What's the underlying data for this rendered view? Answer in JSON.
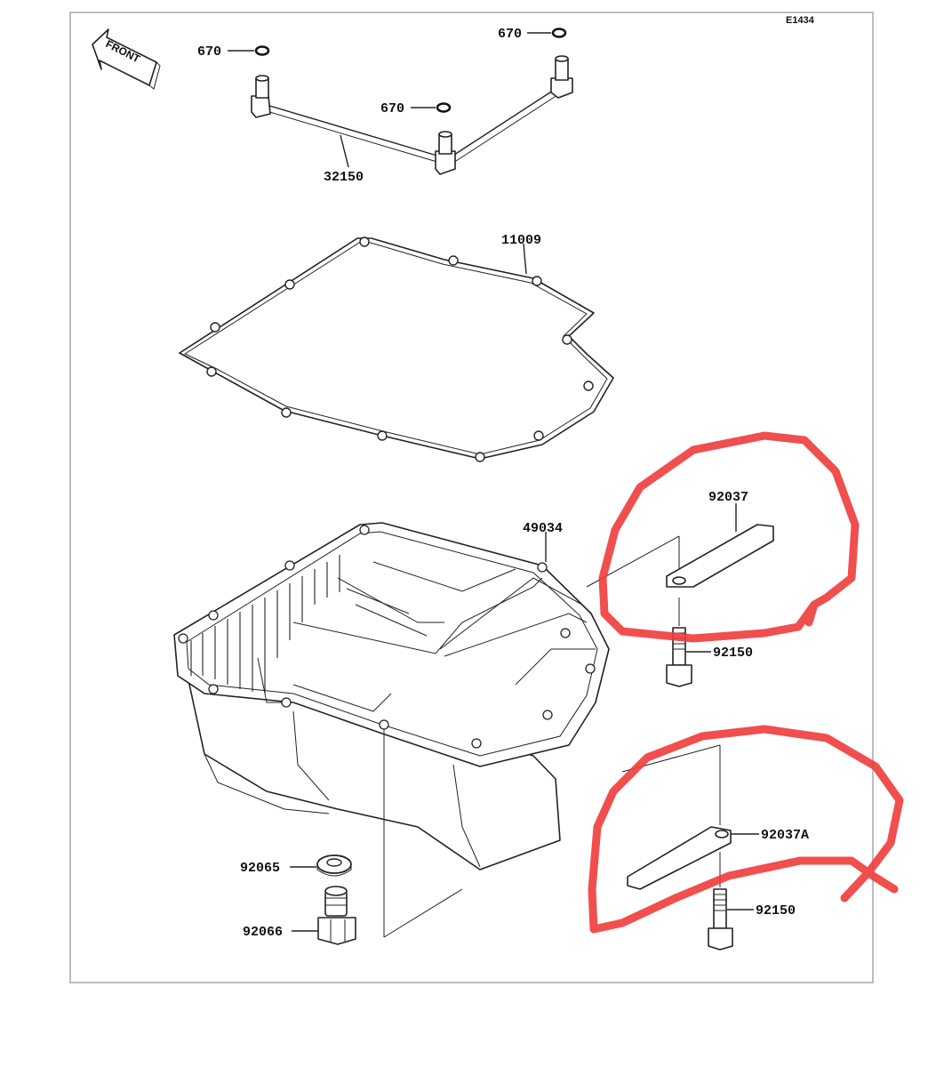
{
  "diagram": {
    "code": "E1434",
    "front_text": "FRONT",
    "labels": {
      "oring_1": "670",
      "oring_2": "670",
      "oring_3": "670",
      "pipe": "32150",
      "gasket": "11009",
      "oil_pan": "49034",
      "bracket": "92037",
      "bolt_upper": "92150",
      "bracket_a": "92037A",
      "bolt_lower": "92150",
      "washer": "92065",
      "drain_plug": "92066"
    },
    "highlight_color": "#ef3b3b",
    "line_color": "#222222",
    "frame_color": "#bdbdbd"
  }
}
